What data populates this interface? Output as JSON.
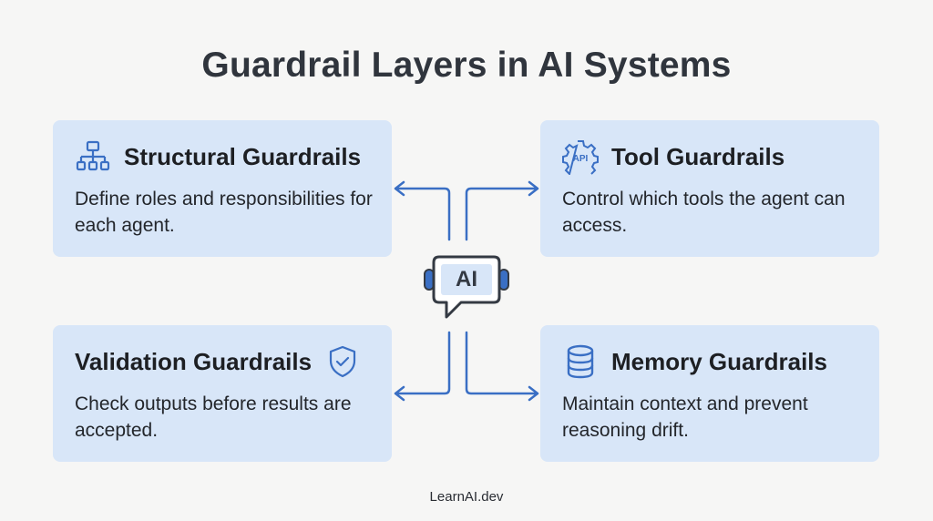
{
  "title": "Guardrail Layers in AI Systems",
  "center": {
    "label": "AI",
    "icon": "ai-chat-headset-icon"
  },
  "cards": [
    {
      "title": "Structural Guardrails",
      "description": "Define roles and responsibilities for each agent.",
      "icon": "hierarchy-icon"
    },
    {
      "title": "Tool Guardrails",
      "description": "Control which tools the agent can access.",
      "icon": "api-gear-icon"
    },
    {
      "title": "Validation Guardrails",
      "description": "Check outputs before results are accepted.",
      "icon": "shield-check-icon"
    },
    {
      "title": "Memory Guardrails",
      "description": "Maintain context and prevent reasoning drift.",
      "icon": "database-icon"
    }
  ],
  "footer": "LearnAI.dev",
  "colors": {
    "accent": "#3a6fc4",
    "card_bg": "#d8e6f8",
    "title": "#30353d"
  }
}
